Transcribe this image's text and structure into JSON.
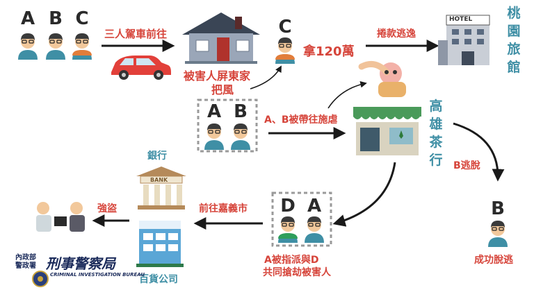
{
  "group_top": {
    "letters": [
      "A",
      "B",
      "C"
    ]
  },
  "edge_to_house": "三人駕車前往",
  "house_label": "被害人屏東家",
  "lookout_label": "把風",
  "c_letter": "C",
  "money_label": "拿120萬",
  "abscond_label": "捲款逃逸",
  "hotel_sign": "HOTEL",
  "hotel_label": [
    "桃",
    "園",
    "旅",
    "館"
  ],
  "group_ab": {
    "letters": [
      "A",
      "B"
    ]
  },
  "taken_label": "A、B被帶往施虐",
  "teahouse_label": [
    "高",
    "雄",
    "茶",
    "行"
  ],
  "b_escape_edge": "B逃脫",
  "b_letter": "B",
  "b_success": "成功脫逃",
  "group_da": {
    "letters": [
      "D",
      "A"
    ]
  },
  "da_caption": [
    "A被指派與D",
    "共同搶劫被害人"
  ],
  "edge_to_chiayi": "前往嘉義市",
  "bank_label": "銀行",
  "bank_sign": "BANK",
  "store_label": "百貨公司",
  "robbery_label": "強盜",
  "police_org_top": "內政部",
  "police_org_bottom": "警政署",
  "police_bureau": "刑事警察局",
  "police_english": "CRIMINAL INVESTIGATION BUREAU",
  "colors": {
    "red": "#d6443a",
    "teal": "#3f8fa5",
    "green": "#2e9e5b",
    "arrow": "#1a1a1a"
  }
}
